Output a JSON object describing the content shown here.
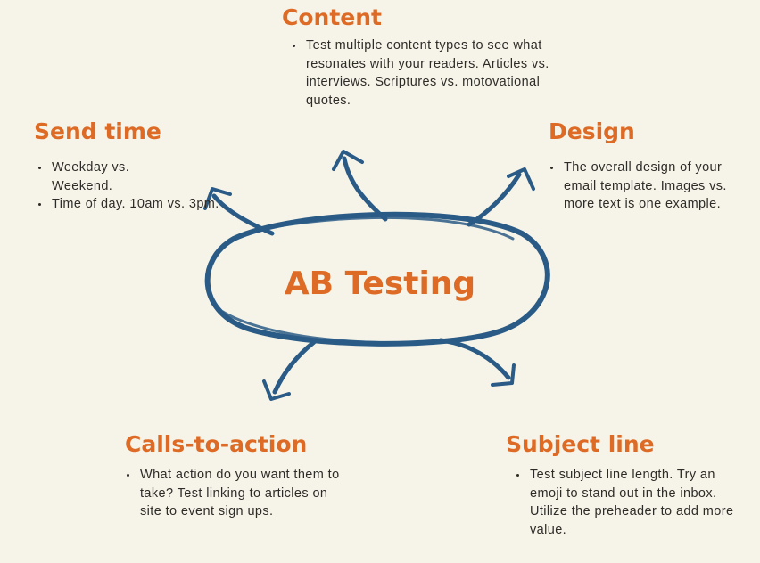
{
  "center": {
    "title": "AB Testing"
  },
  "nodes": {
    "content": {
      "heading": "Content",
      "bullets": [
        "Test multiple content types to see what resonates with your readers. Articles vs. interviews. Scriptures vs. motovational quotes."
      ]
    },
    "send_time": {
      "heading": "Send time",
      "bullets": [
        "Weekday vs. Weekend.",
        "Time of day. 10am vs. 3pm."
      ]
    },
    "design": {
      "heading": "Design",
      "bullets": [
        "The overall design of your email template. Images vs. more text is one example."
      ]
    },
    "calls_to_action": {
      "heading": "Calls-to-action",
      "bullets": [
        "What action do you want them to take? Test linking to articles on site to event sign ups."
      ]
    },
    "subject_line": {
      "heading": "Subject line",
      "bullets": [
        "Test subject line length. Try an emoji to stand out in the inbox. Utilize the preheader to add more value."
      ]
    }
  },
  "colors": {
    "background": "#f6f4e8",
    "accent": "#dd6b26",
    "connector": "#2a5a86",
    "text": "#2e2c28"
  }
}
